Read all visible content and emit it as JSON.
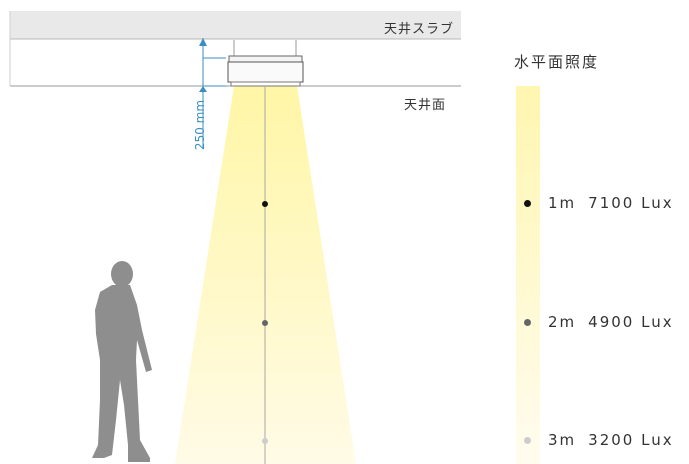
{
  "labels": {
    "slab": "天井スラブ",
    "ceiling_surface": "天井面",
    "legend_title": "水平面照度",
    "dimension": "250 mm"
  },
  "readings": [
    {
      "distance": "1m",
      "lux": "7100 Lux",
      "dot_color": "#111111"
    },
    {
      "distance": "2m",
      "lux": "4900 Lux",
      "dot_color": "#666666"
    },
    {
      "distance": "3m",
      "lux": "3200 Lux",
      "dot_color": "#cccccc"
    }
  ],
  "colors": {
    "slab": "#e8e8e8",
    "beam_top": "#fff6a8",
    "beam_bottom": "#fffbe3",
    "dimension": "#3a8fc0",
    "person": "#8e8e8e"
  }
}
